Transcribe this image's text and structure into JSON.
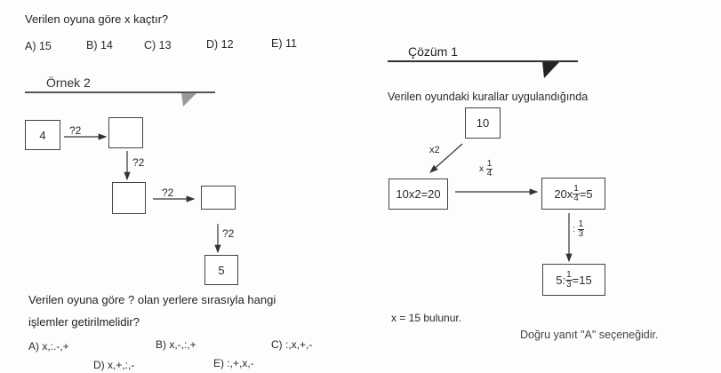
{
  "question1": {
    "text": "Verilen oyuna göre x kaçtır?",
    "options": [
      "A) 15",
      "B) 14",
      "C) 13",
      "D) 12",
      "E) 11"
    ]
  },
  "example2": {
    "title": "Örnek 2",
    "start_value": "4",
    "end_value": "5",
    "unknown_label": "?2",
    "question_line1": "Verilen oyuna göre ? olan yerlere sırasıyla hangi",
    "question_line2": "işlemler getirilmelidir?",
    "options": [
      "A) x,:.-,+",
      "B) x,-,:,+",
      "C) :,x,+,-",
      "D) x,+,:,-",
      "E) :,+,x,-"
    ]
  },
  "solution1": {
    "title": "Çözüm 1",
    "intro": "Verilen oyundaki kurallar uygulandığında",
    "start_value": "10",
    "step1_label": "x2",
    "step1_result": "10x2=20",
    "step2_op": "x",
    "step2_num": "1",
    "step2_den": "4",
    "step2_result_prefix": "20x",
    "step2_result_suffix": "=5",
    "step3_op": ":",
    "step3_num": "1",
    "step3_den": "3",
    "step3_result_prefix": "5:",
    "step3_result_suffix": "=15",
    "conclusion": "x = 15 bulunur.",
    "answer": "Doğru yanıt \"A\" seçeneğidir."
  }
}
